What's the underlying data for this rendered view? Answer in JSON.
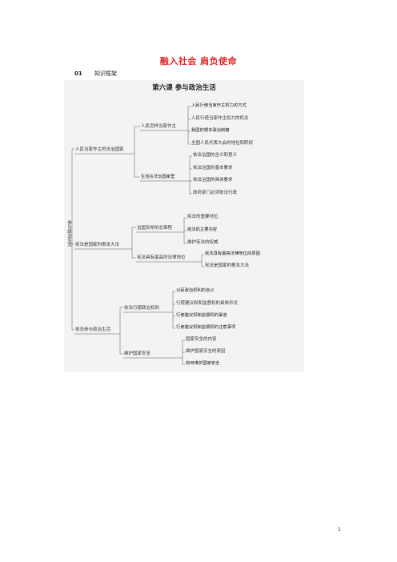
{
  "document": {
    "title": "融入社会 肩负使命",
    "section_number": "01",
    "section_label": "知识框架",
    "page_number": "1"
  },
  "mindmap": {
    "title": "第六课 参与政治生活",
    "root": "参与政治生活",
    "branches": [
      {
        "label": "人民当家作主的法治国家",
        "children": [
          {
            "label": "人民怎样当家作主",
            "items": [
              "人民行使当家作主权力的方式",
              "人民行使当家作主权力的机关",
              "我国的根本政治制度",
              "全国人民代表大会的地位和职权"
            ]
          },
          {
            "label": "生活在法治国家里",
            "items": [
              "依法治国的含义和意义",
              "依法治国的基本要求",
              "依法治国的具体要求",
              "政府部门必须依法行政"
            ]
          }
        ]
      },
      {
        "label": "宪法是国家的根本大法",
        "children": [
          {
            "label": "治国安邦的总章程",
            "items": [
              "宪法的重要地位",
              "宪法的主要内容",
              "维护宪法的权威"
            ]
          },
          {
            "label": "宪法具有最高的法律地位",
            "items": [
              "宪法具有最高法律地位的原因",
              "宪法是国家的根本大法"
            ]
          }
        ]
      },
      {
        "label": "依法参与政治生活",
        "children": [
          {
            "label": "依法行使政治权利",
            "items": [
              "公民政治权利的含义",
              "行使建议权和监督权的具体形式",
              "行使建议权和监督权的渠道",
              "行使建议权和监督权的注意事项"
            ]
          },
          {
            "label": "维护国家安全",
            "items": [
              "国家安全的内容",
              "维护国家安全的原因",
              "如何维护国家安全"
            ]
          }
        ]
      }
    ]
  }
}
